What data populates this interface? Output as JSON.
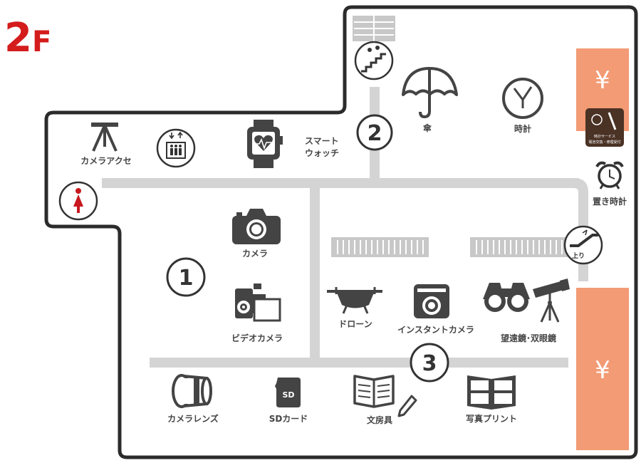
{
  "floor": {
    "num": "2",
    "suffix": "F"
  },
  "zones": [
    "1",
    "2",
    "3"
  ],
  "labels": {
    "camera_accessories": "カメラアクセ",
    "smartwatch_line1": "スマート",
    "smartwatch_line2": "ウォッチ",
    "umbrella": "傘",
    "clock": "時計",
    "table_clock": "置き時計",
    "camera": "カメラ",
    "video_camera": "ビデオカメラ",
    "drone": "ドローン",
    "instant_camera": "インスタントカメラ",
    "binoculars": "望遠鏡･双眼鏡",
    "camera_lens": "カメラレンズ",
    "sd_card": "SDカード",
    "sd_icon_text": "SD",
    "stationery": "文房具",
    "photo_print": "写真プリント",
    "escalator_up": "上り",
    "watch_service_line1": "時計サービス",
    "watch_service_line2": "電池交換・修理受付"
  },
  "cashier_symbol": "¥",
  "colors": {
    "cashier": "#f29b74",
    "floor_label": "#d41c1c",
    "walls": "#2b2b2b",
    "aisle": "#d4d4d4",
    "icon": "#444444",
    "restroom": "#c8171e",
    "service_badge": "#4a3225"
  },
  "icons": [
    "tripod-icon",
    "elevator-icon",
    "smartwatch-icon",
    "stairs-icon",
    "umbrella-icon",
    "clock-icon",
    "watch-service-icon",
    "alarm-clock-icon",
    "restroom-women-icon",
    "camera-icon",
    "video-camera-icon",
    "drone-icon",
    "instant-camera-icon",
    "binoculars-icon",
    "telescope-icon",
    "camera-lens-icon",
    "sd-card-icon",
    "notebook-icon",
    "photo-print-icon",
    "escalator-up-icon"
  ]
}
